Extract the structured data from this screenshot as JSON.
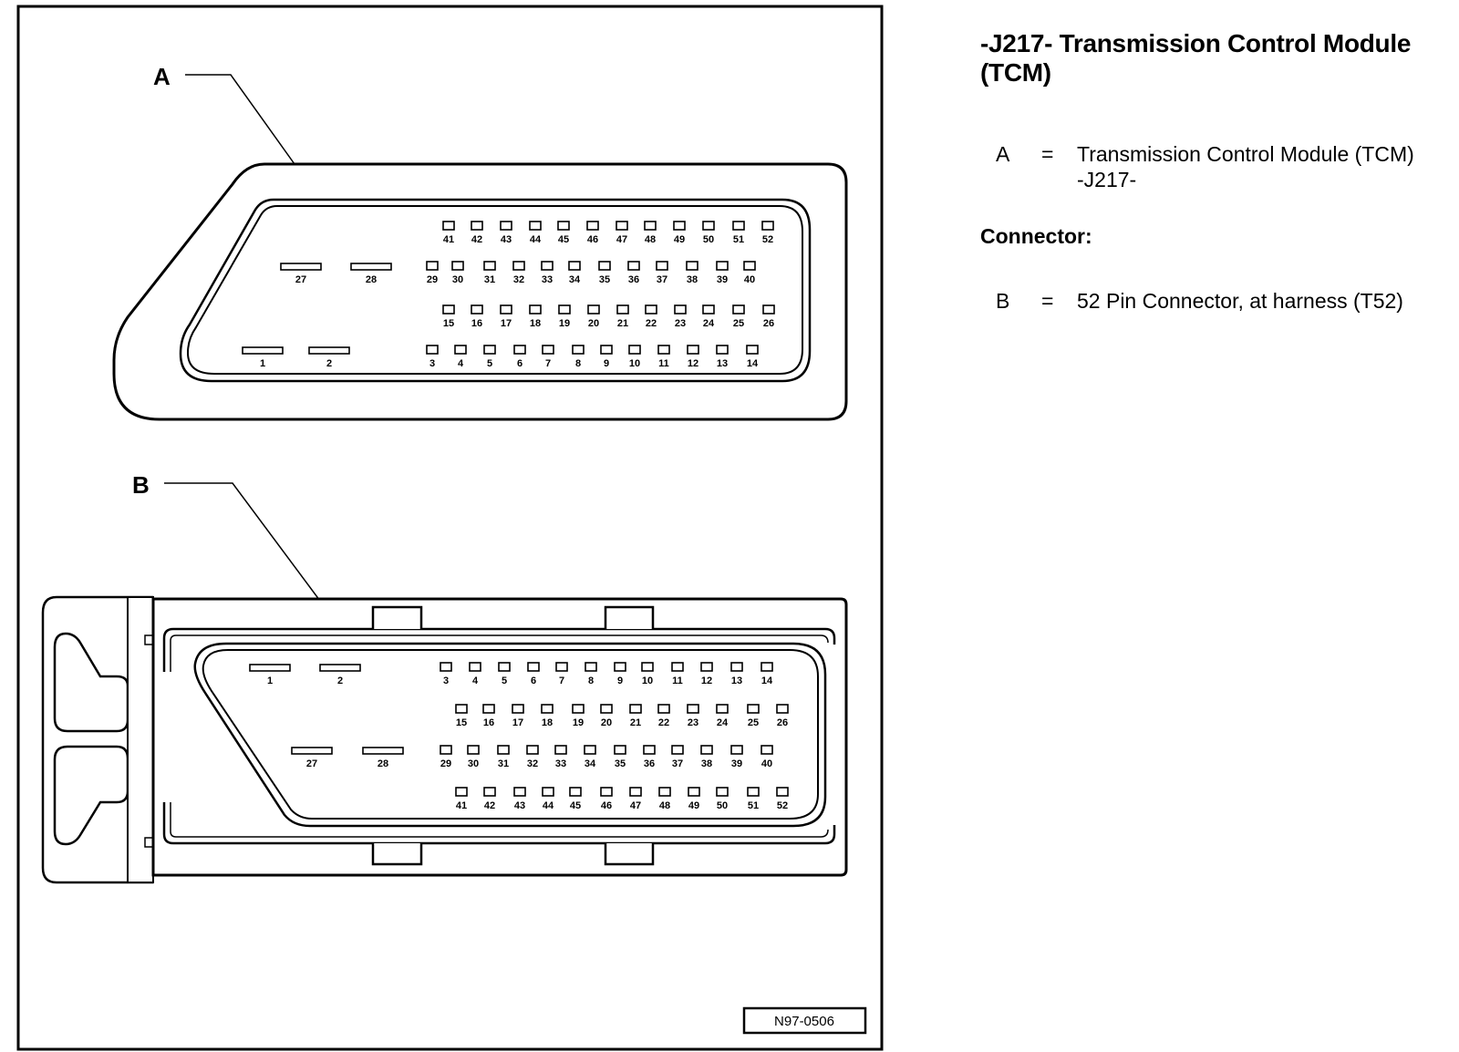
{
  "document": {
    "title_line1": "-J217- Transmission Control Module",
    "title_line2": "(TCM)",
    "legend_a": {
      "key": "A",
      "eq": "=",
      "desc_line1": "Transmission Control Module (TCM)",
      "desc_line2": "-J217-"
    },
    "connector_heading": "Connector:",
    "legend_b": {
      "key": "B",
      "eq": "=",
      "desc": "52 Pin Connector, at harness (T52)"
    }
  },
  "diagram": {
    "callout_a": "A",
    "callout_b": "B",
    "figure_id": "N97-0506",
    "connector_a_rows": [
      [
        "41",
        "42",
        "43",
        "44",
        "45",
        "46",
        "47",
        "48",
        "49",
        "50",
        "51",
        "52"
      ],
      [
        "27",
        "28",
        "29",
        "30",
        "31",
        "32",
        "33",
        "34",
        "35",
        "36",
        "37",
        "38",
        "39",
        "40"
      ],
      [
        "15",
        "16",
        "17",
        "18",
        "19",
        "20",
        "21",
        "22",
        "23",
        "24",
        "25",
        "26"
      ],
      [
        "1",
        "2",
        "3",
        "4",
        "5",
        "6",
        "7",
        "8",
        "9",
        "10",
        "11",
        "12",
        "13",
        "14"
      ]
    ],
    "connector_b_rows": [
      [
        "1",
        "2",
        "3",
        "4",
        "5",
        "6",
        "7",
        "8",
        "9",
        "10",
        "11",
        "12",
        "13",
        "14"
      ],
      [
        "15",
        "16",
        "17",
        "18",
        "19",
        "20",
        "21",
        "22",
        "23",
        "24",
        "25",
        "26"
      ],
      [
        "27",
        "28",
        "29",
        "30",
        "31",
        "32",
        "33",
        "34",
        "35",
        "36",
        "37",
        "38",
        "39",
        "40"
      ],
      [
        "41",
        "42",
        "43",
        "44",
        "45",
        "46",
        "47",
        "48",
        "49",
        "50",
        "51",
        "52"
      ]
    ]
  }
}
